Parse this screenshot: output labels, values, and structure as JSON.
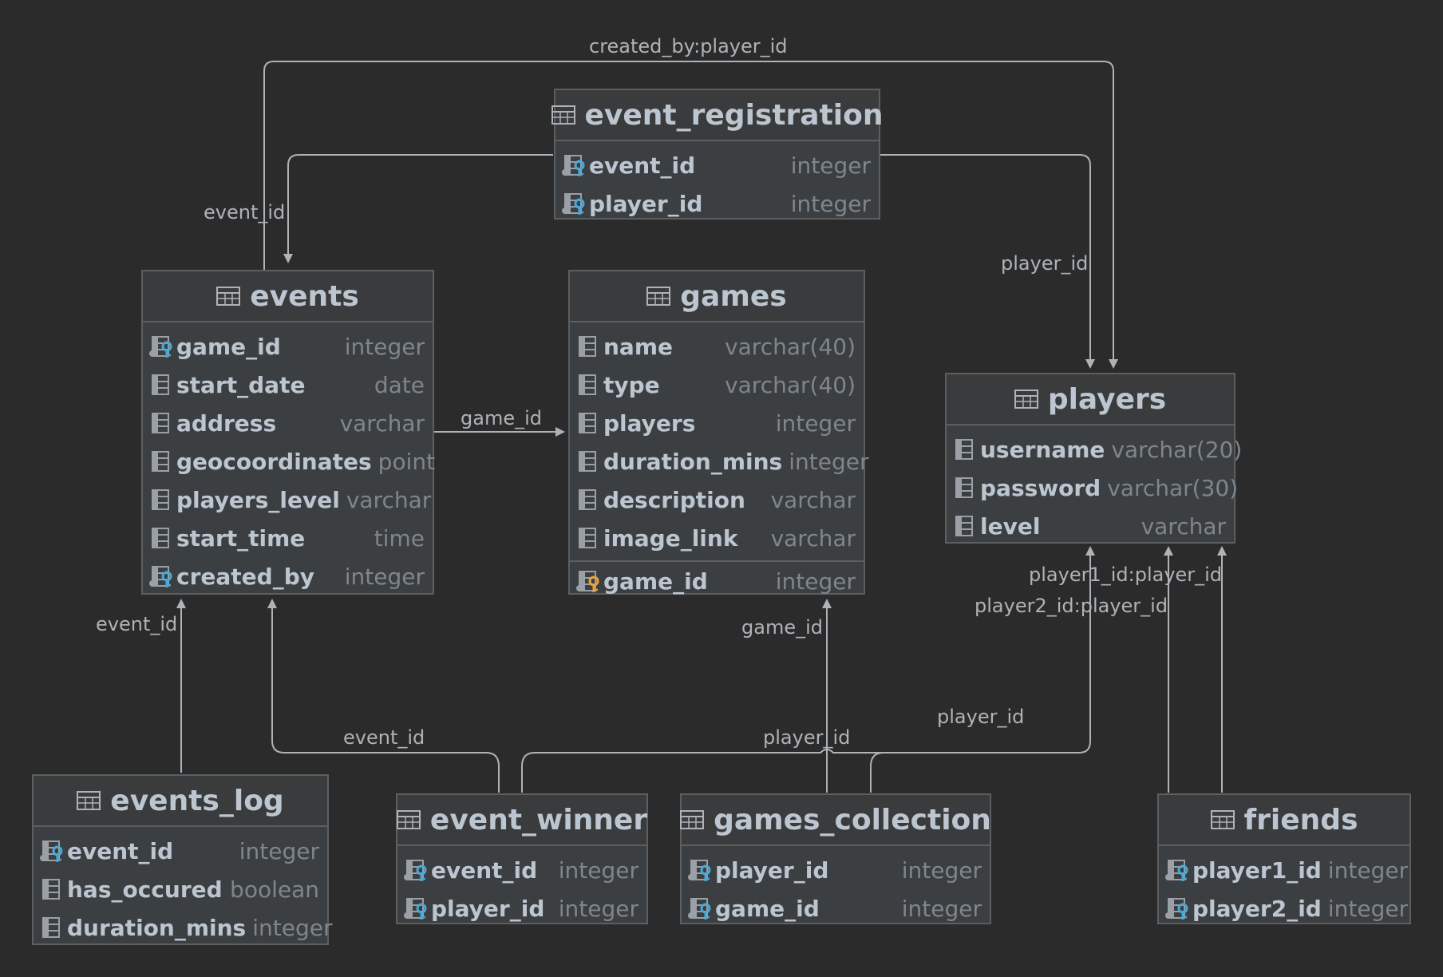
{
  "colors": {
    "background": "#2b2b2b",
    "table_bg": "#3c3f41",
    "border": "#5c5f61",
    "text": "#bcc6d0",
    "type_text": "#7f868b",
    "line": "#aeb3b8",
    "fk_key": "#4aa8d8",
    "pk_key": "#e8a33a"
  },
  "tables": {
    "event_registration": {
      "title": "event_registration",
      "columns": [
        {
          "name": "event_id",
          "type": "integer",
          "icon": "fk-column-icon"
        },
        {
          "name": "player_id",
          "type": "integer",
          "icon": "fk-column-icon"
        }
      ]
    },
    "events": {
      "title": "events",
      "columns": [
        {
          "name": "game_id",
          "type": "integer",
          "icon": "fk-column-icon"
        },
        {
          "name": "start_date",
          "type": "date",
          "icon": "column-icon"
        },
        {
          "name": "address",
          "type": "varchar",
          "icon": "column-icon"
        },
        {
          "name": "geocoordinates",
          "type": "point",
          "icon": "column-icon"
        },
        {
          "name": "players_level",
          "type": "varchar",
          "icon": "column-icon"
        },
        {
          "name": "start_time",
          "type": "time",
          "icon": "column-icon"
        },
        {
          "name": "created_by",
          "type": "integer",
          "icon": "fk-column-icon"
        }
      ]
    },
    "games": {
      "title": "games",
      "columns": [
        {
          "name": "name",
          "type": "varchar(40)",
          "icon": "column-icon"
        },
        {
          "name": "type",
          "type": "varchar(40)",
          "icon": "column-icon"
        },
        {
          "name": "players",
          "type": "integer",
          "icon": "column-icon"
        },
        {
          "name": "duration_mins",
          "type": "integer",
          "icon": "column-icon"
        },
        {
          "name": "description",
          "type": "varchar",
          "icon": "column-icon"
        },
        {
          "name": "image_link",
          "type": "varchar",
          "icon": "column-icon"
        }
      ],
      "key_columns": [
        {
          "name": "game_id",
          "type": "integer",
          "icon": "pk-column-icon"
        }
      ]
    },
    "players": {
      "title": "players",
      "columns": [
        {
          "name": "username",
          "type": "varchar(20)",
          "icon": "column-icon"
        },
        {
          "name": "password",
          "type": "varchar(30)",
          "icon": "column-icon"
        },
        {
          "name": "level",
          "type": "varchar",
          "icon": "column-icon"
        }
      ]
    },
    "events_log": {
      "title": "events_log",
      "columns": [
        {
          "name": "event_id",
          "type": "integer",
          "icon": "fk-column-icon"
        },
        {
          "name": "has_occured",
          "type": "boolean",
          "icon": "column-icon"
        },
        {
          "name": "duration_mins",
          "type": "integer",
          "icon": "column-icon"
        }
      ]
    },
    "event_winner": {
      "title": "event_winner",
      "columns": [
        {
          "name": "event_id",
          "type": "integer",
          "icon": "fk-column-icon"
        },
        {
          "name": "player_id",
          "type": "integer",
          "icon": "fk-column-icon"
        }
      ]
    },
    "games_collection": {
      "title": "games_collection",
      "columns": [
        {
          "name": "player_id",
          "type": "integer",
          "icon": "fk-column-icon"
        },
        {
          "name": "game_id",
          "type": "integer",
          "icon": "fk-column-icon"
        }
      ]
    },
    "friends": {
      "title": "friends",
      "columns": [
        {
          "name": "player1_id",
          "type": "integer",
          "icon": "fk-column-icon"
        },
        {
          "name": "player2_id",
          "type": "integer",
          "icon": "fk-column-icon"
        }
      ]
    }
  },
  "relations": {
    "created_by": "created_by:player_id",
    "reg_event": "event_id",
    "reg_player": "player_id",
    "events_game": "game_id",
    "log_event": "event_id",
    "winner_event": "event_id",
    "winner_player": "player_id",
    "collection_player": "player_id",
    "collection_game": "game_id",
    "friends_p1": "player1_id:player_id",
    "friends_p2": "player2_id:player_id"
  }
}
